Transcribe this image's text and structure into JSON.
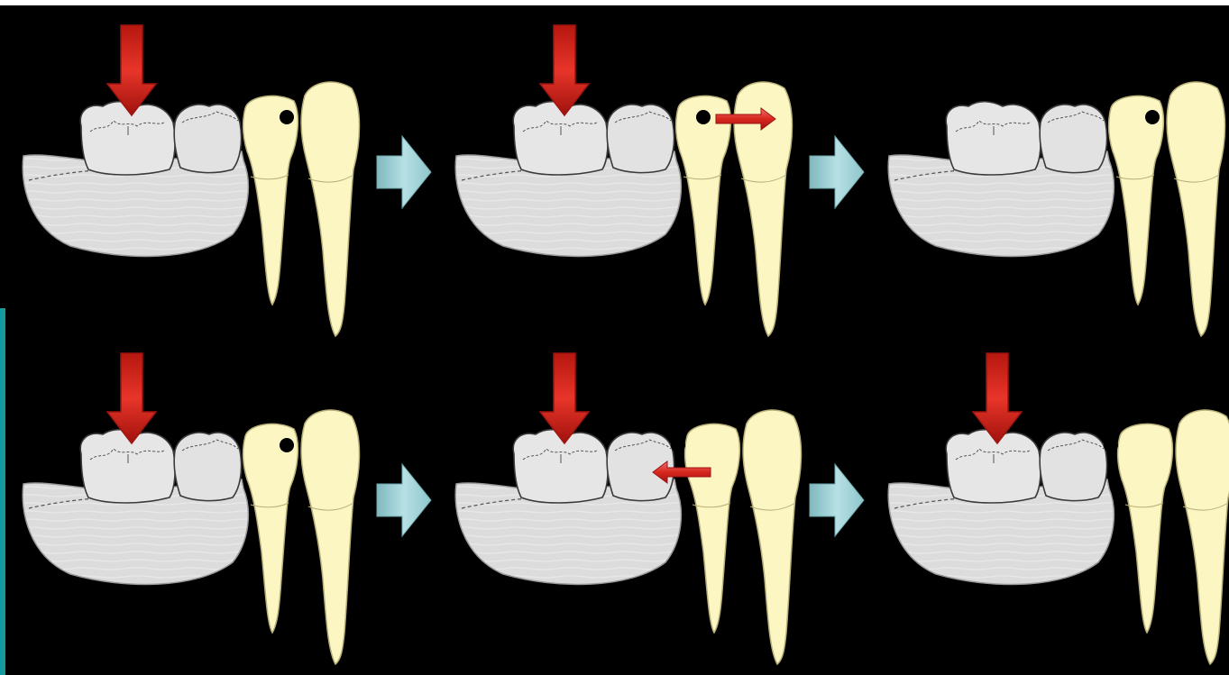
{
  "colors": {
    "background": "#000000",
    "left_edge_bar": "#149c9c",
    "top_edge_line": "#ffffff",
    "tissue_fill": "#dcdcdc",
    "tissue_stroke": "#9a9a9a",
    "molar_outline": "#3a3a3a",
    "premolar_fill": "#fbf6c2",
    "premolar_stroke": "#b9b07a",
    "force_arrow": "#d8261e",
    "force_arrow_dark": "#9e1410",
    "step_arrow": "#8fc6cc",
    "contact_dot": "#000000"
  },
  "icons": {
    "force": "red-down-arrow-icon",
    "shift_right": "red-right-arrow-icon",
    "shift_left": "red-left-arrow-icon",
    "step": "teal-chevron-arrow-icon",
    "contact": "contact-point-dot-icon"
  },
  "rows": [
    {
      "name": "upper-sequence",
      "panels": [
        {
          "stage": 1,
          "vertical_force": true,
          "horizontal_force": "none",
          "gap": 0
        },
        {
          "stage": 2,
          "vertical_force": true,
          "horizontal_force": "right",
          "gap": 0
        },
        {
          "stage": 3,
          "vertical_force": false,
          "horizontal_force": "none",
          "gap": 0
        }
      ]
    },
    {
      "name": "lower-sequence",
      "panels": [
        {
          "stage": 1,
          "vertical_force": true,
          "horizontal_force": "none",
          "gap": 0
        },
        {
          "stage": 2,
          "vertical_force": true,
          "horizontal_force": "left",
          "gap": 1
        },
        {
          "stage": 3,
          "vertical_force": true,
          "horizontal_force": "none",
          "gap": 1
        }
      ]
    }
  ]
}
